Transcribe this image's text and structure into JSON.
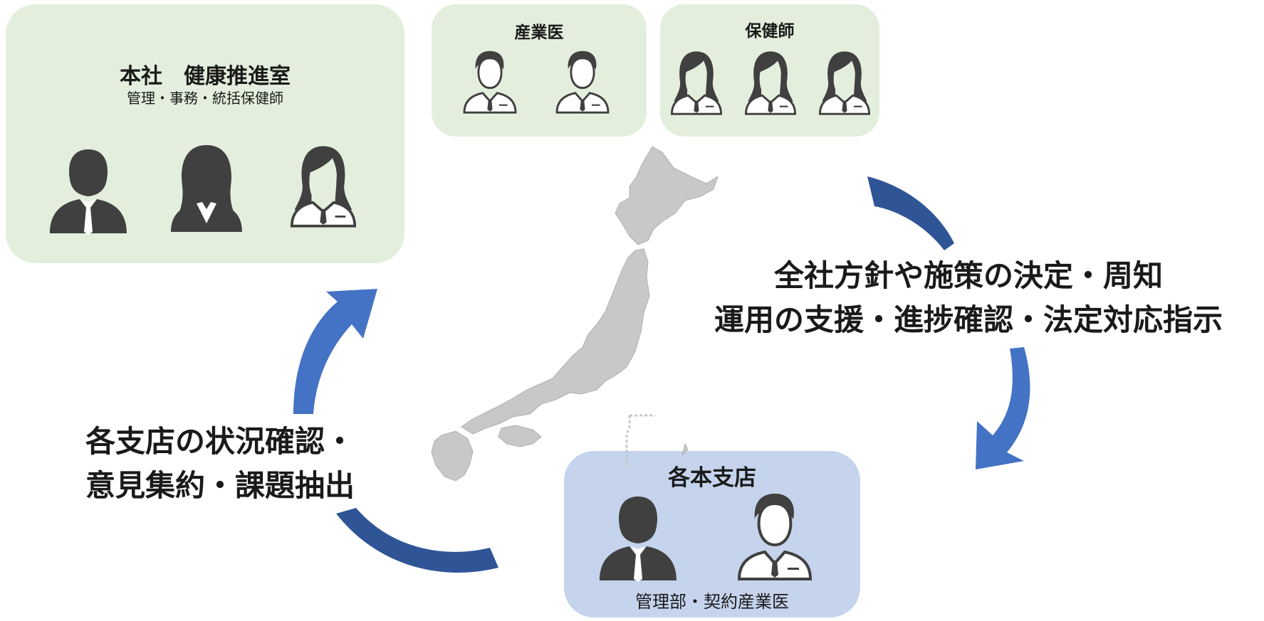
{
  "headquarters": {
    "title": "本社　健康推進室",
    "subtitle": "管理・事務・統括保健師"
  },
  "occupational_physician": {
    "title": "産業医"
  },
  "health_nurse": {
    "title": "保健師"
  },
  "branches": {
    "title": "各本支店",
    "subtitle": "管理部・契約産業医"
  },
  "flow_down": {
    "line1": "全社方針や施策の決定・周知",
    "line2": "運用の支援・進捗確認・法定対応指示"
  },
  "flow_up": {
    "line1": "各支店の状況確認・",
    "line2": "意見集約・課題抽出"
  },
  "colors": {
    "green_box": "#e3efdc",
    "blue_box": "#c5d4ec",
    "arrow_dark": "#2f5597",
    "arrow_light": "#4472c4",
    "person": "#404040",
    "map": "#c8c8c8"
  },
  "icons": [
    "male-suit-person-icon",
    "female-suit-person-icon",
    "female-staff-person-icon",
    "male-staff-person-icon",
    "japan-map-icon",
    "cycle-arrow-icon"
  ]
}
